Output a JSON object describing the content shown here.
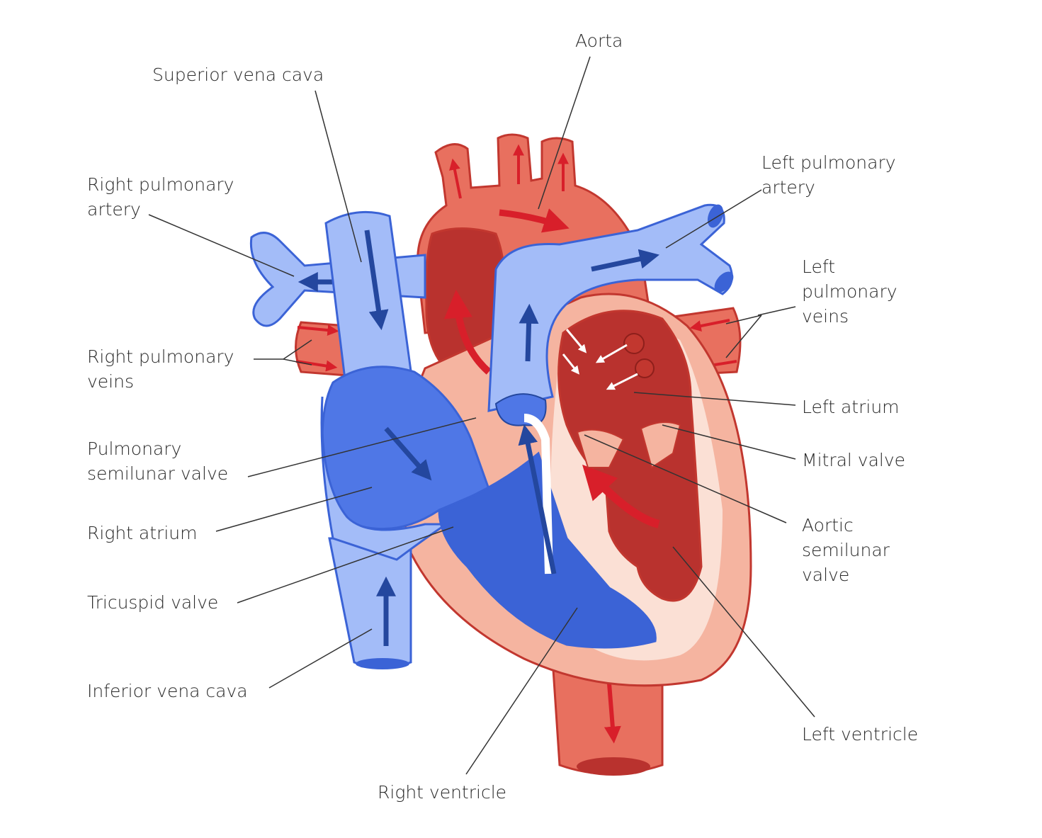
{
  "palette": {
    "oxygenated": "#e8705f",
    "oxygenated_dark": "#c2372f",
    "oxygenated_inner": "#b9322e",
    "deoxygenated": "#a3bcf8",
    "deoxygenated_dark": "#3b63d6",
    "deoxygenated_inner": "#4f77e6",
    "arrow_red": "#d81f2a",
    "arrow_blue": "#24479e",
    "muscle": "#f5b4a0",
    "muscle_light": "#fbe0d5",
    "leader_line": "#333333"
  },
  "labels": {
    "aorta": [
      "Aorta"
    ],
    "superior_vena_cava": [
      "Superior vena cava"
    ],
    "right_pulmonary_artery": [
      "Right pulmonary",
      "artery"
    ],
    "left_pulmonary_artery": [
      "Left pulmonary",
      "artery"
    ],
    "left_pulmonary_veins": [
      "Left",
      "pulmonary",
      "veins"
    ],
    "right_pulmonary_veins": [
      "Right pulmonary",
      "veins"
    ],
    "left_atrium": [
      "Left atrium"
    ],
    "pulmonary_semilunar_valve": [
      "Pulmonary",
      "semilunar valve"
    ],
    "mitral_valve": [
      "Mitral valve"
    ],
    "right_atrium": [
      "Right atrium"
    ],
    "aortic_semilunar_valve": [
      "Aortic",
      "semilunar",
      "valve"
    ],
    "tricuspid_valve": [
      "Tricuspid valve"
    ],
    "inferior_vena_cava": [
      "Inferior vena cava"
    ],
    "left_ventricle": [
      "Left ventricle"
    ],
    "right_ventricle": [
      "Right ventricle"
    ]
  }
}
